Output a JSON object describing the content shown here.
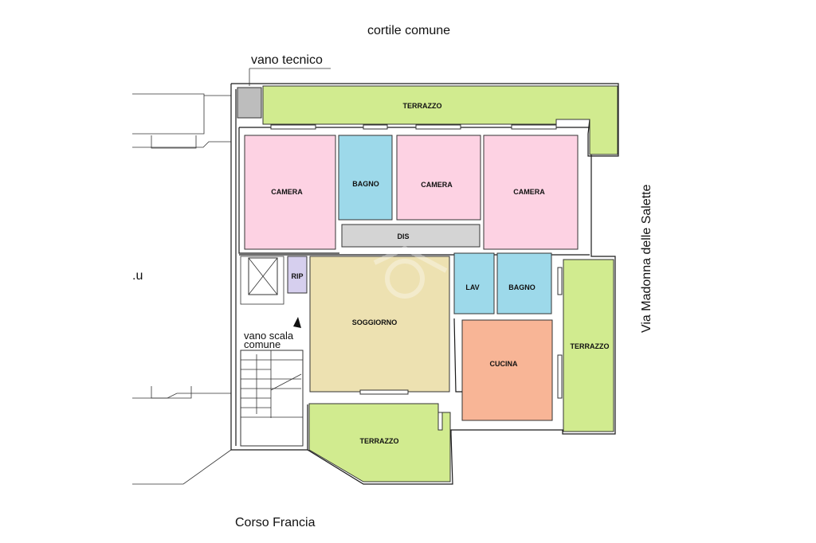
{
  "labels": {
    "courtyard": "cortile comune",
    "technical_room": "vano tecnico",
    "stair": "vano scala",
    "stair_2": "comune",
    "street_bottom": "Corso Francia",
    "street_right": "Via Madonna delle Salette",
    "fragment_left": ".u"
  },
  "rooms": {
    "terrazzo_top": "TERRAZZO",
    "camera_1": "CAMERA",
    "bagno_1": "BAGNO",
    "camera_2": "CAMERA",
    "camera_3": "CAMERA",
    "dis": "DIS",
    "rip": "RIP",
    "lav": "LAV",
    "bagno_2": "BAGNO",
    "soggiorno": "SOGGIORNO",
    "cucina": "CUCINA",
    "terrazzo_right": "TERRAZZO",
    "terrazzo_bottom": "TERRAZZO"
  },
  "colors": {
    "camera": "#fdd2e3",
    "bagno": "#9dd9ea",
    "terrazzo": "#d1eb8f",
    "soggiorno": "#ede1b1",
    "cucina": "#f8b596",
    "dis": "#d4d4d4",
    "rip": "#d6cfee",
    "technical": "#bdbdbd"
  }
}
